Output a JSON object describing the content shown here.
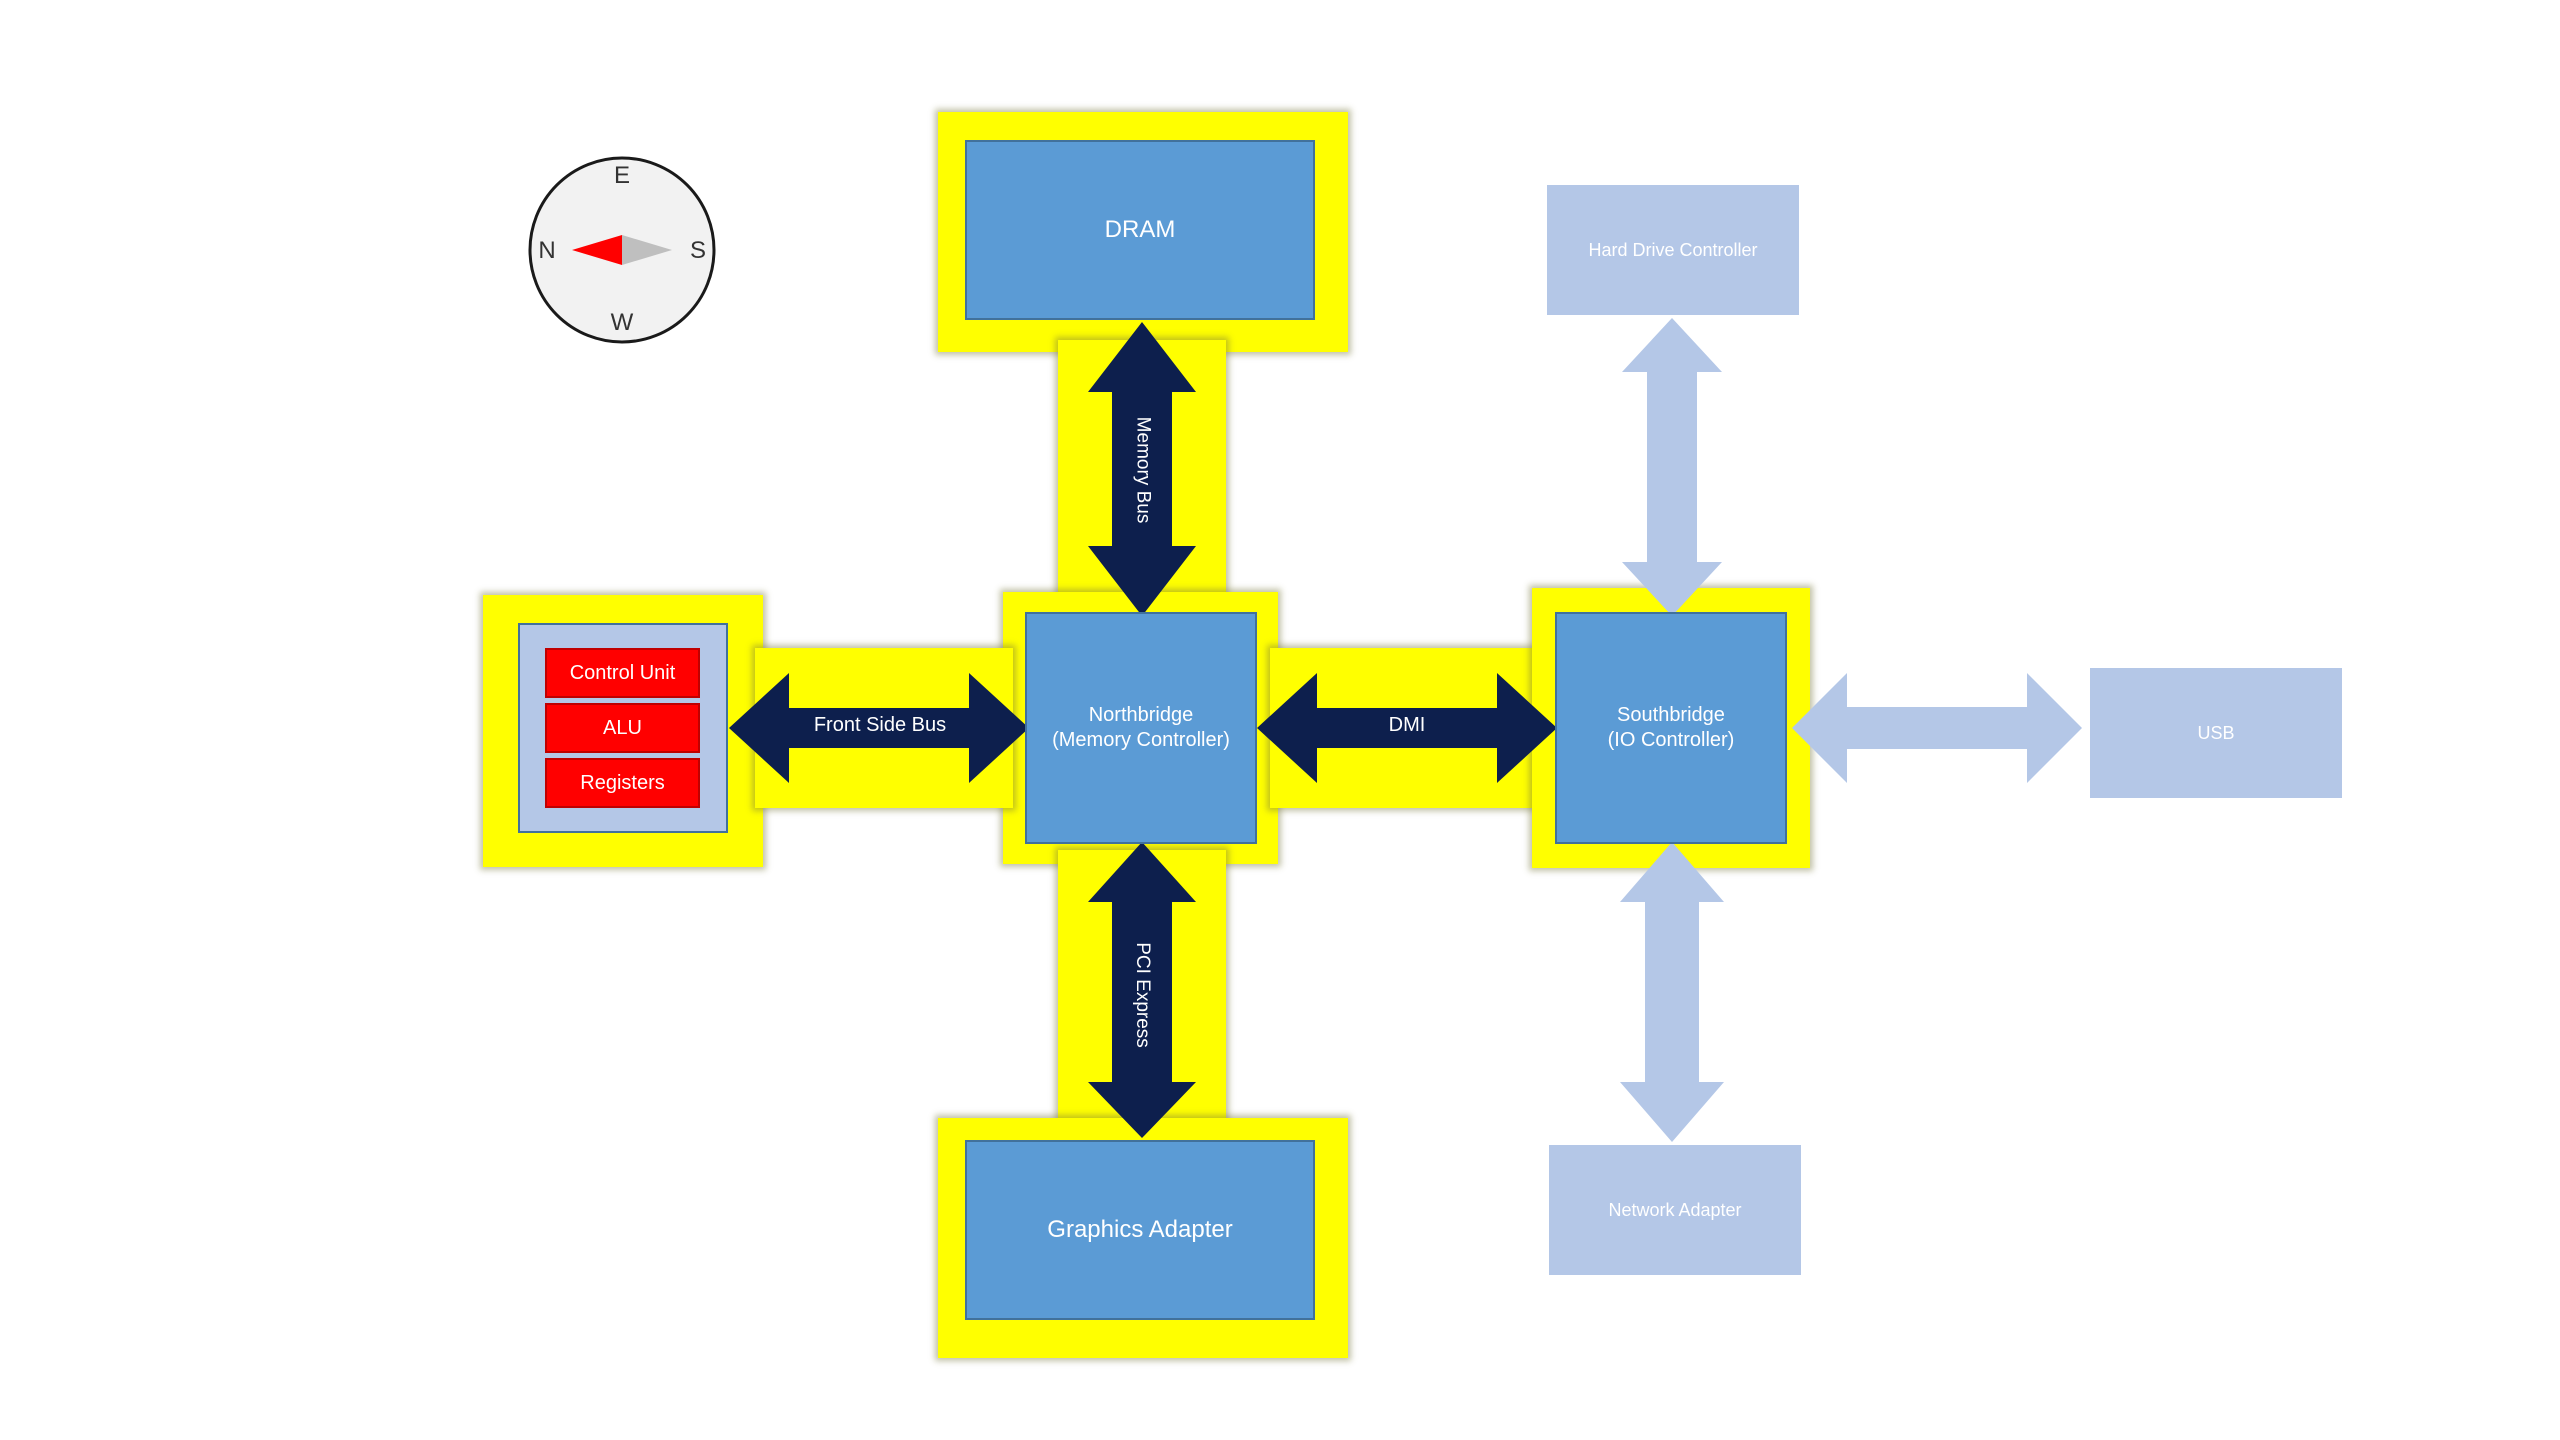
{
  "compass": {
    "north": "N",
    "south": "S",
    "east": "E",
    "west": "W"
  },
  "components": {
    "dram": "DRAM",
    "northbridge": "Northbridge\n(Memory Controller)",
    "southbridge": "Southbridge\n(IO  Controller)",
    "graphics": "Graphics Adapter",
    "hard_drive": "Hard Drive Controller",
    "usb": "USB",
    "network": "Network Adapter",
    "cpu": {
      "units": [
        "Control Unit",
        "ALU",
        "Registers"
      ]
    }
  },
  "buses": {
    "memory_bus": "Memory Bus",
    "front_side_bus": "Front Side Bus",
    "dmi": "DMI",
    "pci_express": "PCI Express"
  },
  "colors": {
    "highlight": "#ffff00",
    "main_box": "#5b9bd5",
    "faded_box": "#b4c7e7",
    "arrow_dark": "#0d1f4d",
    "arrow_faded": "#b4c7e7",
    "cpu_unit": "#ff0000",
    "compass_needle": "#ff0000"
  }
}
